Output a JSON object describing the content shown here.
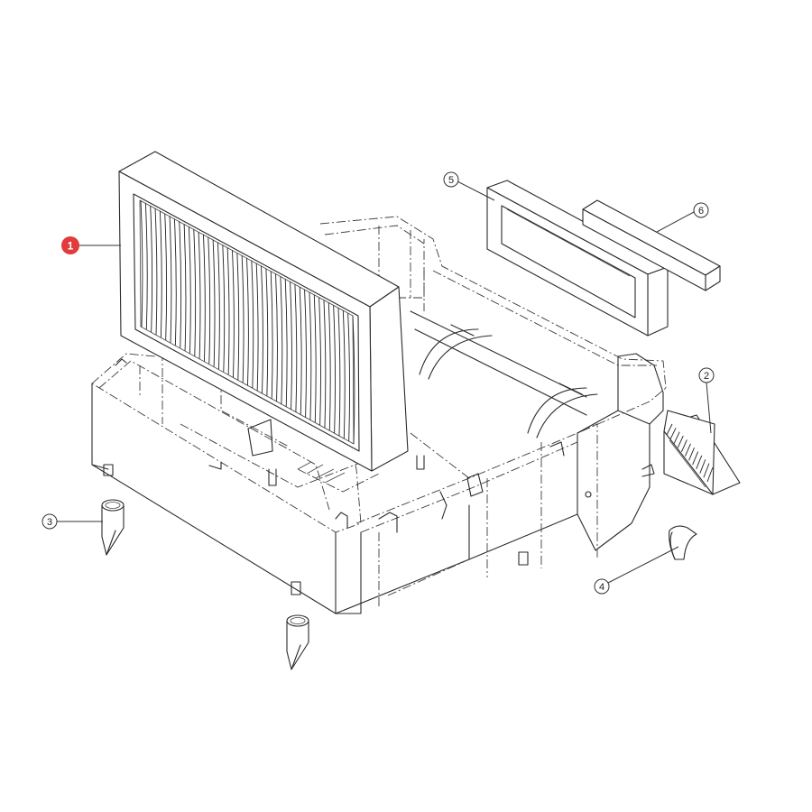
{
  "diagram": {
    "colors": {
      "line": "#2a2a2a",
      "highlight_callout": "#e23b3b",
      "background": "#ffffff"
    },
    "callouts": [
      {
        "id": "callout-1",
        "label": "1",
        "highlighted": true
      },
      {
        "id": "callout-2",
        "label": "2",
        "highlighted": false
      },
      {
        "id": "callout-3",
        "label": "3",
        "highlighted": false
      },
      {
        "id": "callout-4",
        "label": "4",
        "highlighted": false
      },
      {
        "id": "callout-5",
        "label": "5",
        "highlighted": false
      },
      {
        "id": "callout-6",
        "label": "6",
        "highlighted": false
      }
    ]
  }
}
